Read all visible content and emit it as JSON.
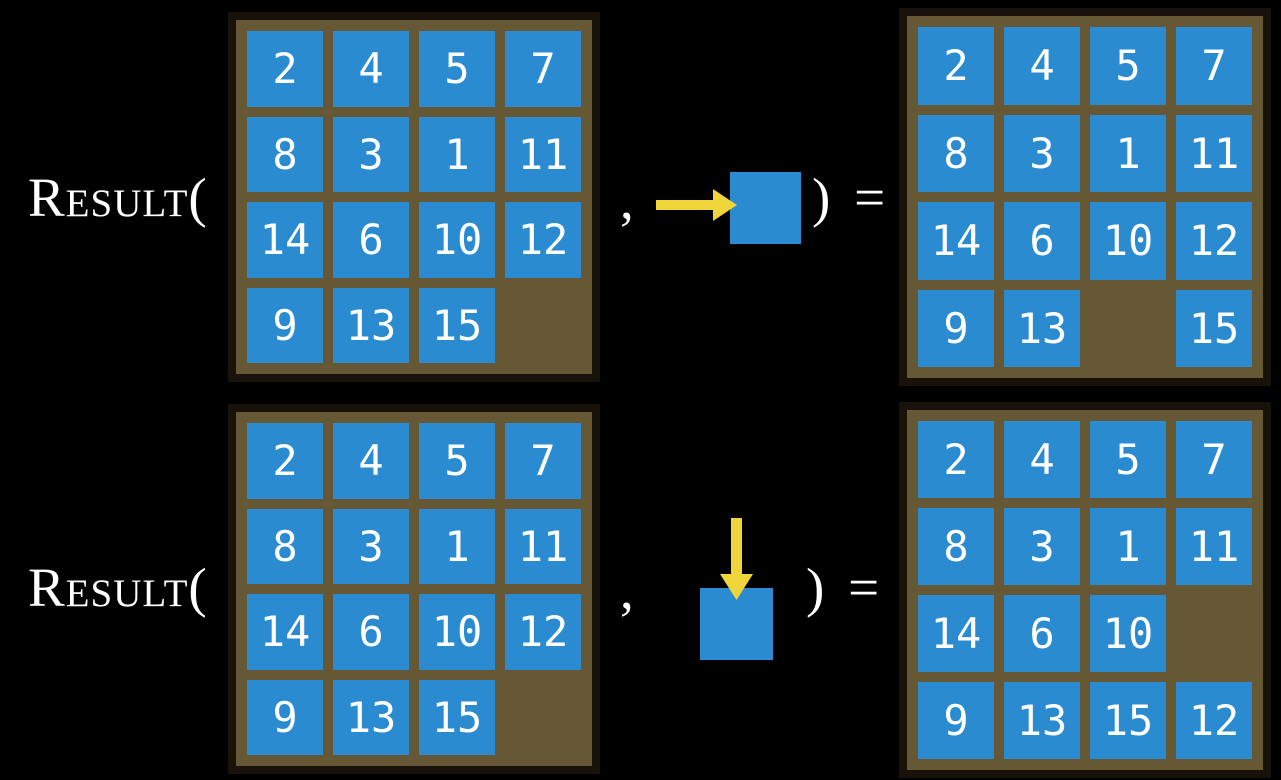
{
  "figure": {
    "function_label": "Result(",
    "comma": ",",
    "close_paren_equals": ") ="
  },
  "colors": {
    "background": "#000000",
    "board": "#665834",
    "board_border": "#18120a",
    "tile": "#2b8bd0",
    "tile_text": "#ffffff",
    "arrow": "#efd539",
    "formula_text": "#ffffff"
  },
  "examples": [
    {
      "id": "slide-right",
      "action": {
        "icon": "arrow-right-icon",
        "direction": "right",
        "target": "blank-square"
      },
      "input_grid": [
        [
          2,
          4,
          5,
          7
        ],
        [
          8,
          3,
          1,
          11
        ],
        [
          14,
          6,
          10,
          12
        ],
        [
          9,
          13,
          15,
          null
        ]
      ],
      "output_grid": [
        [
          2,
          4,
          5,
          7
        ],
        [
          8,
          3,
          1,
          11
        ],
        [
          14,
          6,
          10,
          12
        ],
        [
          9,
          13,
          null,
          15
        ]
      ]
    },
    {
      "id": "slide-down",
      "action": {
        "icon": "arrow-down-icon",
        "direction": "down",
        "target": "blank-square"
      },
      "input_grid": [
        [
          2,
          4,
          5,
          7
        ],
        [
          8,
          3,
          1,
          11
        ],
        [
          14,
          6,
          10,
          12
        ],
        [
          9,
          13,
          15,
          null
        ]
      ],
      "output_grid": [
        [
          2,
          4,
          5,
          7
        ],
        [
          8,
          3,
          1,
          11
        ],
        [
          14,
          6,
          10,
          null
        ],
        [
          9,
          13,
          15,
          12
        ]
      ]
    }
  ]
}
